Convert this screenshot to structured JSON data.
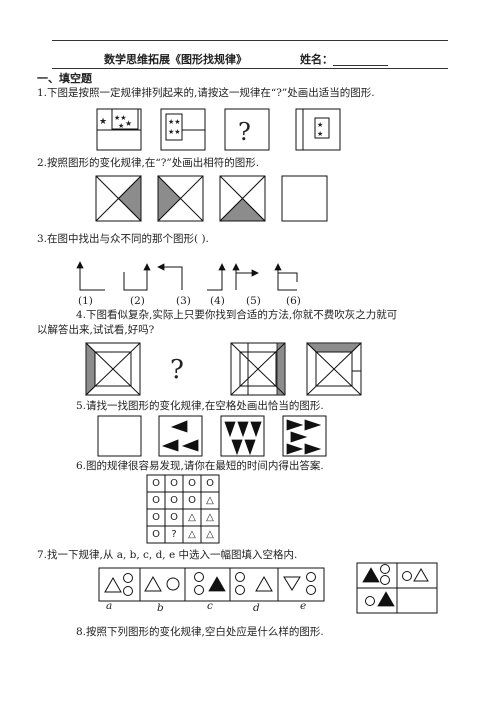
{
  "header": {
    "title": "数学思维拓展《图形找规律》",
    "name_label": "姓名："
  },
  "section1": {
    "title": "一、填空题"
  },
  "q1": {
    "text": "1.下图是按照一定规律排列起来的,请按这一规律在“?”处画出适当的图形.",
    "question_mark": "?"
  },
  "q2": {
    "text": "2.按照图形的变化规律,在“?”处画出相符的图形."
  },
  "q3": {
    "text": "3.在图中找出与众不同的那个图形(      ).",
    "labels": [
      "(1)",
      "(2)",
      "(3)",
      "(4)",
      "(5)",
      "(6)"
    ]
  },
  "q4": {
    "text_line1": "4.下图看似复杂,实际上只要你找到合适的方法,你就不费吹灰之力就可",
    "text_line2": "以解答出来,试试看,好吗?",
    "question_mark": "?"
  },
  "q5": {
    "text": "5.请找一找图形的变化规律,在空格处画出恰当的图形."
  },
  "q6": {
    "text": "6.图的规律很容易发现,请你在最短的时间内得出答案.",
    "grid": [
      [
        "O",
        "O",
        "O",
        "O"
      ],
      [
        "O",
        "O",
        "O",
        "△"
      ],
      [
        "O",
        "O",
        "△",
        "△"
      ],
      [
        "O",
        "?",
        "△",
        "△"
      ]
    ]
  },
  "q7": {
    "text": "7.找一下规律,从 a, b, c, d, e 中选入一幅图填入空格内.",
    "options": [
      "a",
      "b",
      "c",
      "d",
      "e"
    ]
  },
  "q8": {
    "text": "8.按照下列图形的变化规律,空白处应是什么样的图形."
  }
}
